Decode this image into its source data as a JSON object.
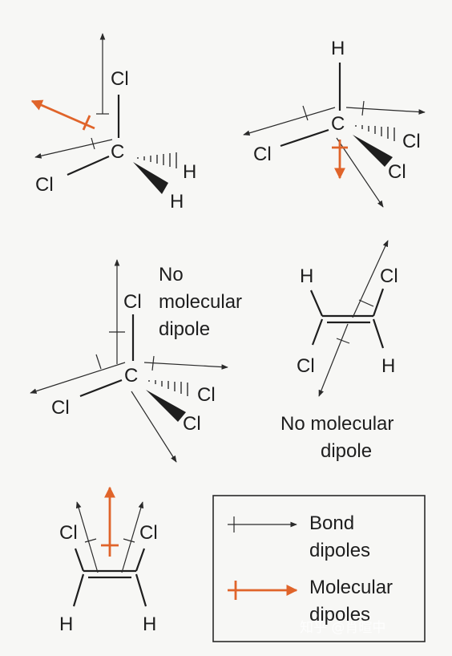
{
  "atoms": {
    "c": "C",
    "h": "H",
    "cl": "Cl"
  },
  "captions": {
    "no_dipole_line1": "No",
    "no_dipole_line2": "molecular",
    "no_dipole_line3": "dipole",
    "trans_line1": "No molecular",
    "trans_line2": "dipole"
  },
  "legend": {
    "bond_label_line1": "Bond",
    "bond_label_line2": "dipoles",
    "molecular_label_line1": "Molecular",
    "molecular_label_line2": "dipoles"
  },
  "watermark": "知乎 @肖暄中",
  "colors": {
    "bond_dipole": "#2a2a2a",
    "molecular_dipole": "#e0642a",
    "background": "#f7f7f5"
  }
}
